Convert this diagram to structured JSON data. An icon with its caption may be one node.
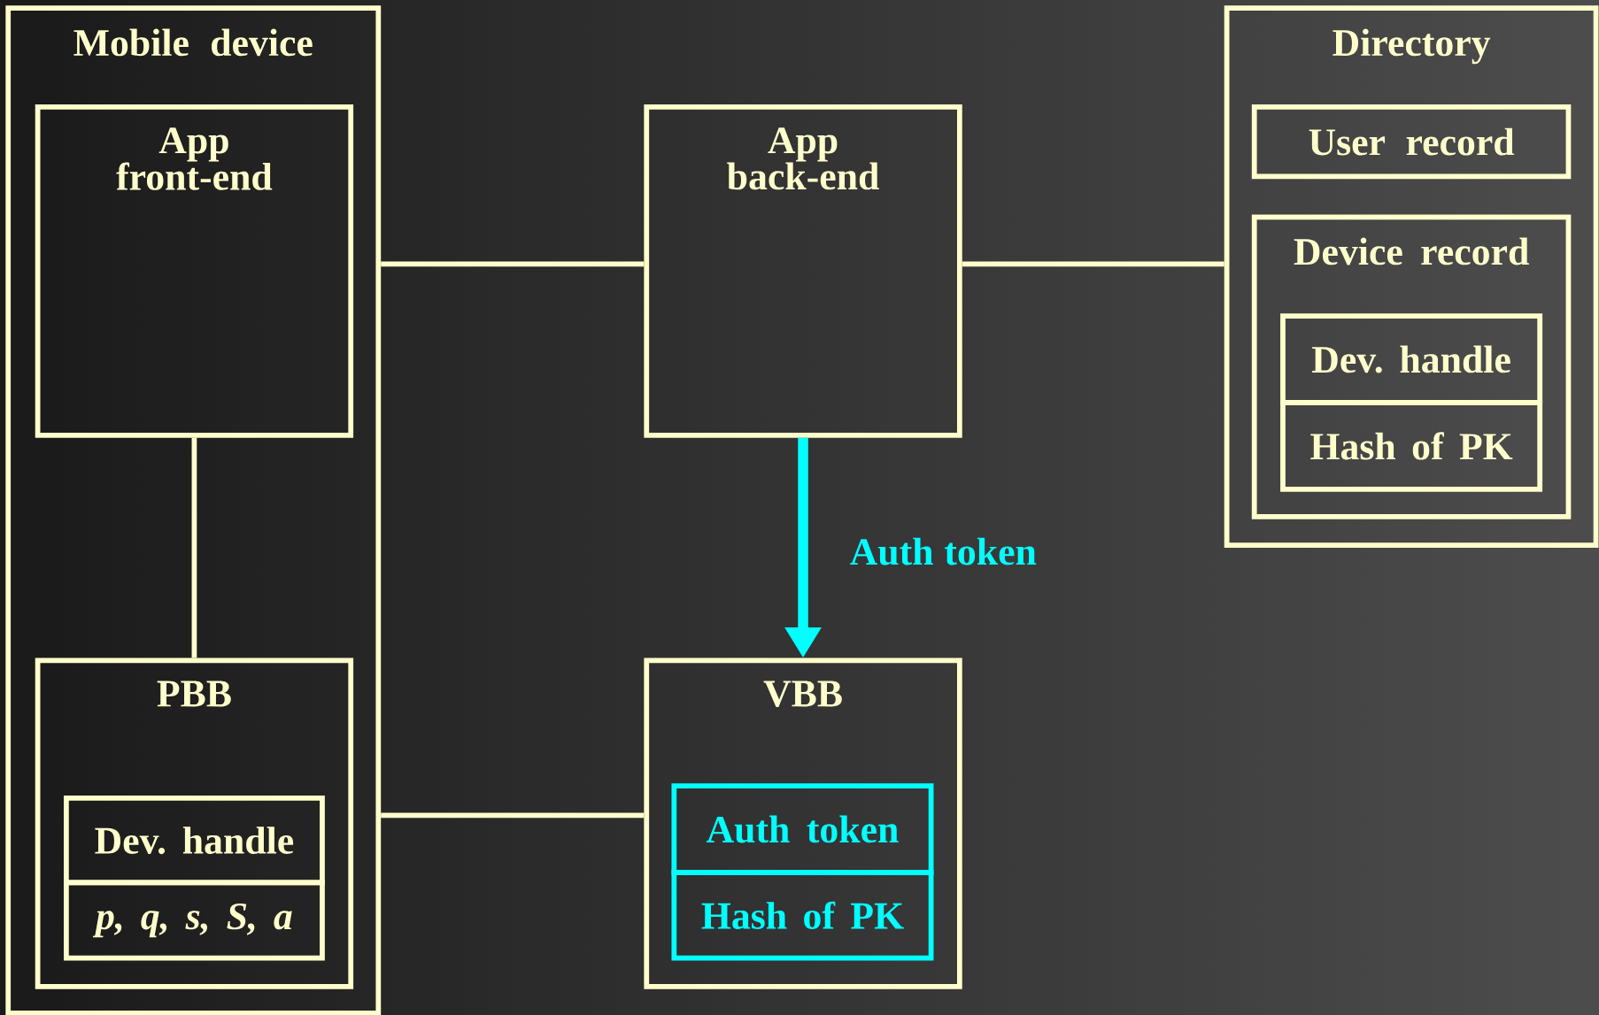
{
  "diagram": {
    "nodes": [
      {
        "text": [
          "Mobile device"
        ]
      },
      {
        "text": [
          "App front-end"
        ],
        "in": 0
      },
      {
        "text": [
          "PBB"
        ],
        "in": 0
      },
      {
        "text": [
          "Dev. handle"
        ],
        "in": 2
      },
      {
        "text": [
          "p, q, s, S, a"
        ],
        "in": 2
      },
      {
        "text": [
          "App back-end"
        ]
      },
      {
        "text": [
          "VBB"
        ]
      },
      {
        "text": [
          "Auth token"
        ],
        "in": 6
      },
      {
        "text": [
          "Hash of PK"
        ],
        "in": 6
      },
      {
        "text": [
          "Directory"
        ]
      },
      {
        "text": [
          "User record"
        ],
        "in": 9
      },
      {
        "text": [
          "Device record"
        ],
        "in": 9
      },
      {
        "text": [
          "Dev. handle"
        ],
        "in": 11
      },
      {
        "text": [
          "Hash of PK"
        ],
        "in": 11
      }
    ],
    "edges": [
      {
        "from": 0,
        "to": 5,
        "arrow": "none"
      },
      {
        "from": 1,
        "to": 2,
        "arrow": "none"
      },
      {
        "from": 5,
        "to": 9,
        "arrow": "none"
      },
      {
        "from": 0,
        "to": 6,
        "arrow": "none"
      },
      {
        "from": 5,
        "to": 6,
        "arrow": "to",
        "label": "Auth token",
        "style": "thick",
        "color": "#00ffff"
      }
    ]
  }
}
